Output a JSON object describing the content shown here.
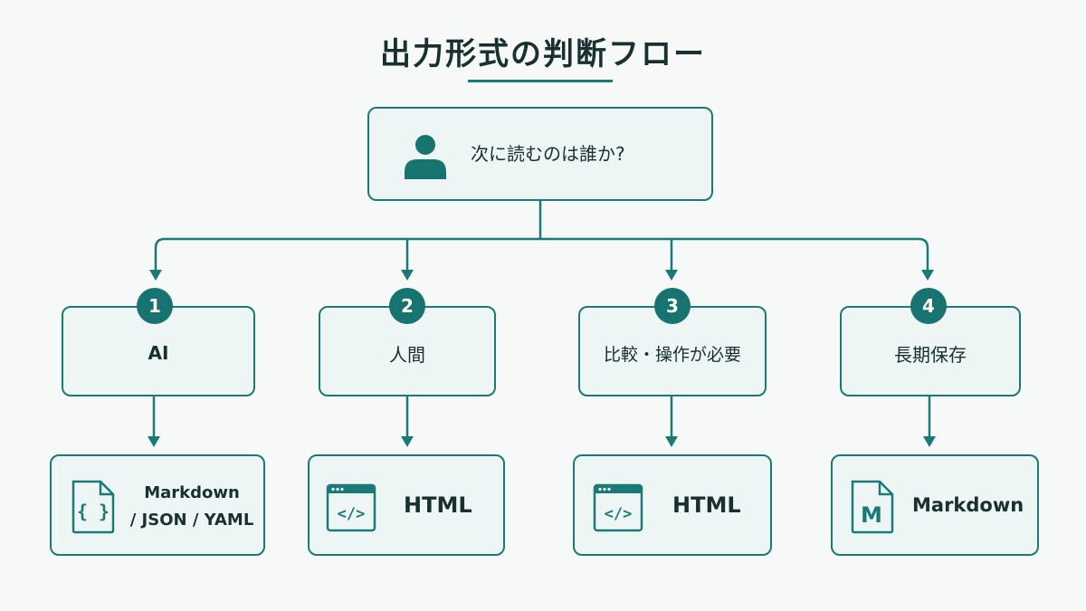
{
  "title": "出力形式の判断フロー",
  "root": {
    "question": "次に読むのは誰か?",
    "icon": "person-icon"
  },
  "branches": [
    {
      "number": "1",
      "category": "AI",
      "result_lines": [
        "Markdown",
        "/ JSON / YAML"
      ],
      "icon": "code-file-icon"
    },
    {
      "number": "2",
      "category": "人間",
      "result_lines": [
        "HTML"
      ],
      "icon": "browser-code-icon"
    },
    {
      "number": "3",
      "category": "比較・操作が必要",
      "result_lines": [
        "HTML"
      ],
      "icon": "browser-code-icon"
    },
    {
      "number": "4",
      "category": "長期保存",
      "result_lines": [
        "Markdown"
      ],
      "icon": "markdown-file-icon"
    }
  ],
  "colors": {
    "accent": "#1a7a78",
    "box_fill": "#eef6f5",
    "text": "#18302f",
    "background": "#f7f8f8"
  }
}
